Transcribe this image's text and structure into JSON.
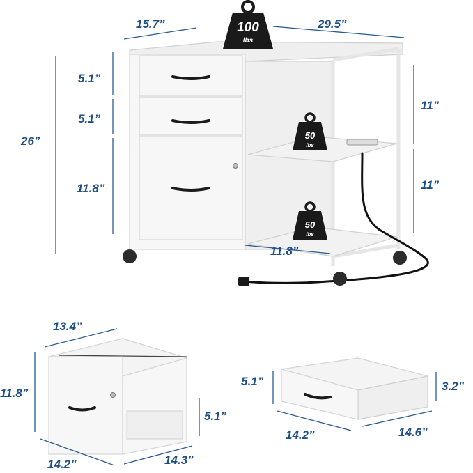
{
  "main_cabinet": {
    "width_label": "15.7”",
    "depth_label": "29.5”",
    "height_label": "26”",
    "top_drawer_label": "5.1”",
    "middle_drawer_label": "5.1”",
    "file_drawer_label": "11.8”",
    "upper_shelf_label": "11”",
    "lower_shelf_label": "11”",
    "shelf_width_label": "11.8”"
  },
  "weights": {
    "top": {
      "value": "100",
      "unit": "lbs"
    },
    "upper_shelf": {
      "value": "50",
      "unit": "lbs"
    },
    "lower_shelf": {
      "value": "50",
      "unit": "lbs"
    }
  },
  "file_drawer_detail": {
    "width_label": "13.4”",
    "height_label": "11.8”",
    "inner_label": "5.1”",
    "front_width_label": "14.2”",
    "depth_label": "14.3”"
  },
  "small_drawer_detail": {
    "front_height_label": "5.1”",
    "inner_height_label": "3.2”",
    "front_width_label": "14.2”",
    "depth_label": "14.6”"
  }
}
